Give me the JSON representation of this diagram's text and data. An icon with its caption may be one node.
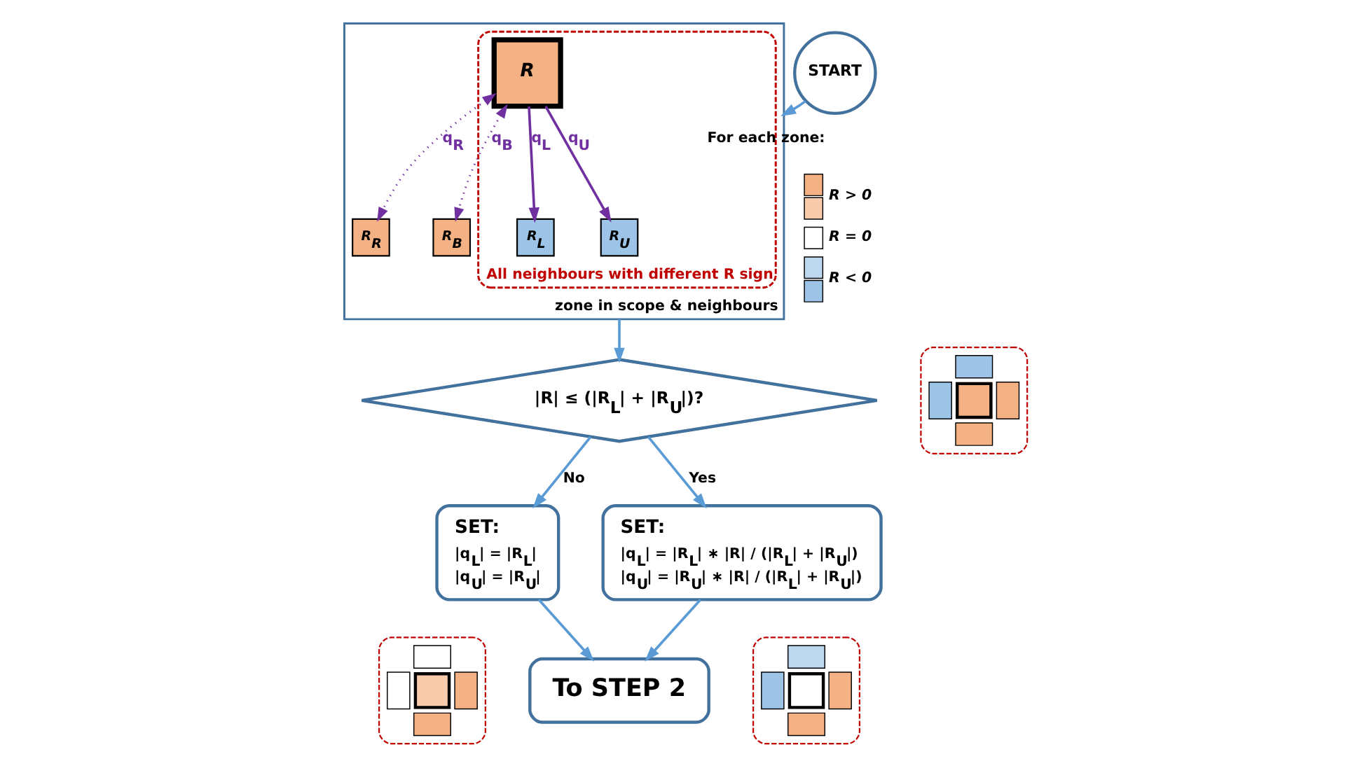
{
  "diagram": {
    "nodes": [
      {
        "text": [
          "zone in scope & neighbours"
        ]
      },
      {
        "text": [
          "All neighbours with different R sign"
        ],
        "in": 0
      },
      {
        "text": [
          "R$_{U}$"
        ],
        "in": 1
      },
      {
        "text": [
          "R$_{L}$"
        ],
        "in": 1
      },
      {
        "text": [
          "R"
        ],
        "in": 1
      },
      {
        "text": [
          "R$_{R}$"
        ],
        "in": 0
      },
      {
        "text": [
          "R$_{B}$"
        ],
        "in": 0
      },
      {
        "text": [
          "START"
        ]
      },
      {
        "text": [],
        "shape": "picture"
      },
      {
        "text": [
          "|R| ≤ (|R$_{L}$| + |R$_{U}$|)?"
        ]
      },
      {
        "text": [
          "SET:",
          "|q$_{L}$| = |R$_{L}$|",
          "|q$_{U}$| = |R$_{U}$|"
        ]
      },
      {
        "text": [],
        "shape": "picture"
      },
      {
        "text": [
          "SET:",
          "|q$_{L}$| = |R$_{L}$| ∗ |R| / (|R$_{L}$| + |R$_{U}$|)",
          "|q$_{U}$| = |R$_{U}$| ∗ |R| / (|R$_{L}$| + |R$_{U}$|)"
        ]
      },
      {
        "text": [],
        "shape": "picture"
      },
      {
        "text": [
          "To STEP 2"
        ]
      }
    ],
    "edges": [
      {
        "from": 4,
        "to": 2,
        "arrow": "to",
        "label": "q$_{U}$",
        "color": "#7030a0"
      },
      {
        "from": 4,
        "to": 3,
        "arrow": "to",
        "label": "q$_{L}$",
        "color": "#7030a0"
      },
      {
        "from": 4,
        "to": 5,
        "arrow": "both",
        "label": "q$_{R}$",
        "style": "dashed",
        "color": "#7030a0"
      },
      {
        "from": 4,
        "to": 6,
        "arrow": "both",
        "label": "q$_{B}$",
        "style": "dashed",
        "color": "#7030a0"
      },
      {
        "from": 7,
        "to": 0,
        "arrow": "to",
        "label": "For each zone:"
      },
      {
        "from": 0,
        "to": 9,
        "arrow": "to"
      },
      {
        "from": 9,
        "to": 10,
        "arrow": "to",
        "label": "No"
      },
      {
        "from": 9,
        "to": 12,
        "arrow": "to",
        "label": "Yes"
      },
      {
        "from": 10,
        "to": 14,
        "arrow": "to"
      },
      {
        "from": 12,
        "to": 14,
        "arrow": "to"
      }
    ],
    "legend": [
      {
        "text": "R > 0",
        "color": "#f4b183"
      },
      {
        "text": "R = 0",
        "color": "#ffffff"
      },
      {
        "text": "R < 0",
        "color": "#9dc3e6"
      }
    ]
  }
}
